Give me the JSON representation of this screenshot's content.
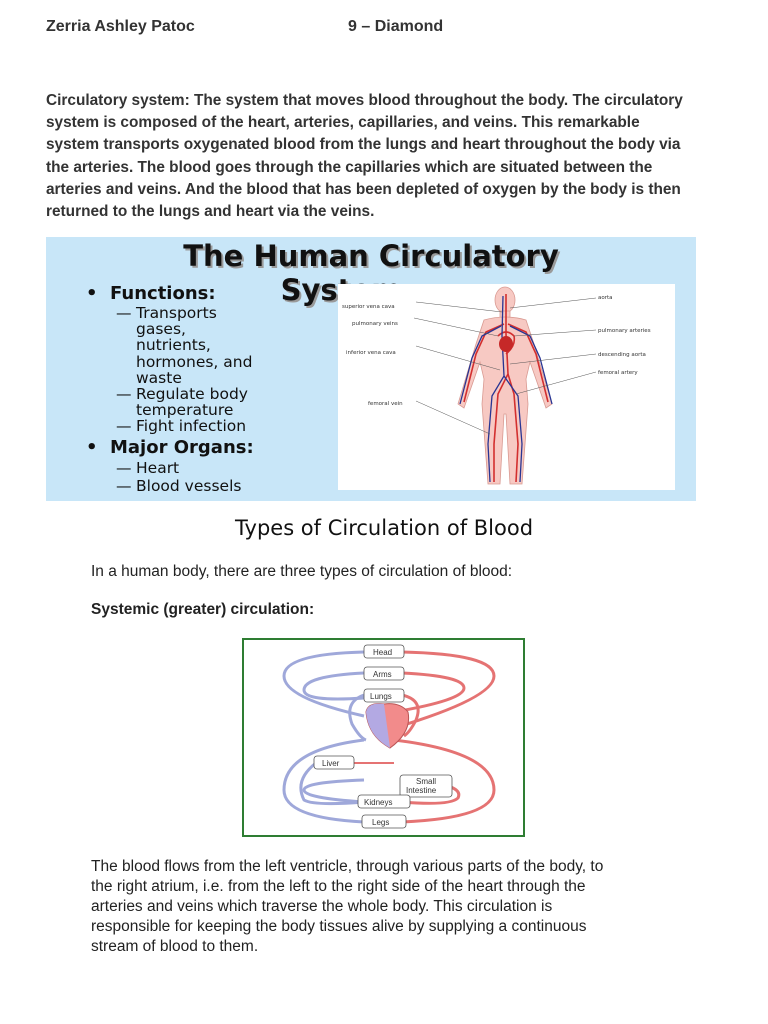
{
  "header": {
    "name": "Zerria Ashley Patoc",
    "section": "9 – Diamond"
  },
  "intro": {
    "lines": [
      "Circulatory system: The system that moves blood throughout the body. The circulatory",
      "system is composed of the heart, arteries, capillaries, and veins. This remarkable",
      "system transports oxygenated blood from the lungs and heart throughout the body via",
      "the arteries. The blood goes through the capillaries which are situated between the",
      "arteries and veins. And the blood that has been depleted of oxygen by the body is then",
      "returned to the lungs and heart via the veins."
    ]
  },
  "panel": {
    "title_line1": "The Human Circulatory",
    "title_line2": "System",
    "functions_heading": "Functions:",
    "functions": [
      {
        "line1": "Transports",
        "cont": [
          "gases,",
          "nutrients,",
          "hormones, and",
          "waste"
        ]
      },
      {
        "line1": "Regulate body",
        "cont": [
          "temperature"
        ]
      },
      {
        "line1": "Fight infection",
        "cont": []
      }
    ],
    "organs_heading": "Major Organs:",
    "organs": [
      "Heart",
      "Blood vessels"
    ],
    "figure_labels": {
      "superior_vena_cava": "superior vena cava",
      "pulmonary_veins": "pulmonary veins",
      "inferior_vena_cava": "inferior vena cava",
      "femoral_vein": "femoral vein",
      "aorta": "aorta",
      "pulmonary_arteries": "pulmonary arteries",
      "descending_aorta": "descending aorta",
      "femoral_artery": "femoral artery"
    }
  },
  "types": {
    "title": "Types of Circulation of Blood",
    "intro": "In a human body, there are three types of circulation of blood:",
    "systemic_heading": "Systemic (greater) circulation:"
  },
  "diagram": {
    "labels": {
      "head": "Head",
      "arms": "Arms",
      "lungs": "Lungs",
      "liver": "Liver",
      "small_intestine_1": "Small",
      "small_intestine_2": "Intestine",
      "kidneys": "Kidneys",
      "legs": "Legs"
    }
  },
  "paragraph": {
    "lines": [
      "The blood flows from the left ventricle, through various parts of the body, to",
      "the right atrium, i.e. from the left to the right side of the heart through the",
      "arteries and veins which traverse the whole body. This circulation is",
      "responsible for keeping the body tissues alive by supplying a continuous",
      "stream of blood to them."
    ]
  },
  "colors": {
    "panel_bg": "#c8e6f8",
    "artery": "#d32f2f",
    "vein": "#283593",
    "diagram_border": "#2e7d32",
    "diagram_red": "#e57373",
    "diagram_blue": "#9fa8da"
  }
}
